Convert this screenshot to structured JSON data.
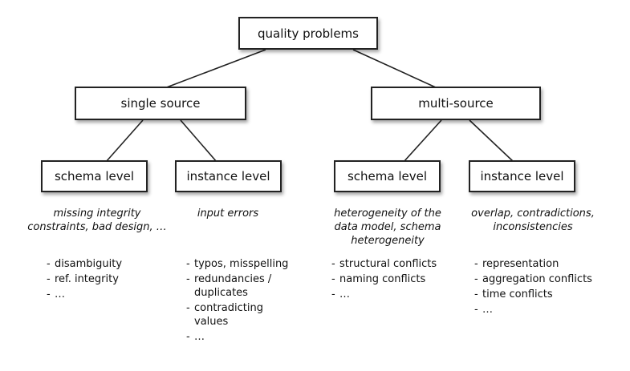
{
  "root": {
    "label": "quality problems"
  },
  "single_source": {
    "label": "single source",
    "schema": {
      "label": "schema level",
      "description": [
        "missing integrity",
        "constraints, bad design, …"
      ],
      "items": [
        "disambiguity",
        "ref. integrity",
        "…"
      ]
    },
    "instance": {
      "label": "instance level",
      "description": [
        "input errors"
      ],
      "items": [
        "typos, misspelling",
        "redundancies /\nduplicates",
        "contradicting\nvalues",
        "…"
      ]
    }
  },
  "multi_source": {
    "label": "multi-source",
    "schema": {
      "label": "schema level",
      "description": [
        "heterogeneity of the",
        "data model, schema",
        "heterogeneity"
      ],
      "items": [
        "structural conflicts",
        "naming conflicts",
        "…"
      ]
    },
    "instance": {
      "label": "instance level",
      "description": [
        "overlap, contradictions,",
        "inconsistencies"
      ],
      "items": [
        "representation",
        "aggregation conflicts",
        "time conflicts",
        "…"
      ]
    }
  }
}
